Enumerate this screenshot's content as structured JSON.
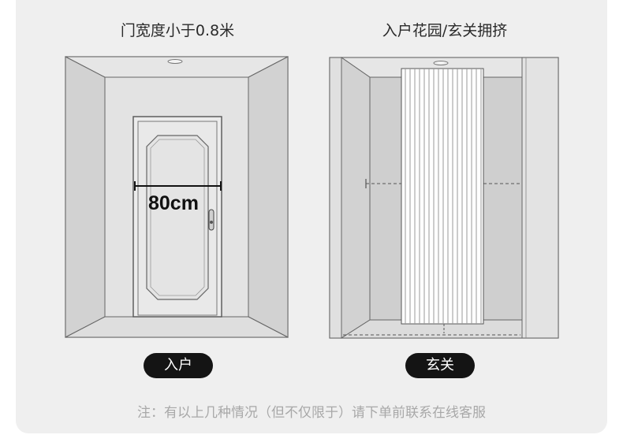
{
  "left_scene": {
    "caption": "门宽度小于0.8米",
    "measurement": "80cm",
    "tag": "入户"
  },
  "right_scene": {
    "caption": "入户花园/玄关拥挤",
    "tag": "玄关"
  },
  "footer_note": "注：有以上几种情况（但不仅限于）请下单前联系在线客服",
  "colors": {
    "card_background": "#efefef",
    "pill_background": "#141414",
    "note_text": "#a8a8a8"
  }
}
